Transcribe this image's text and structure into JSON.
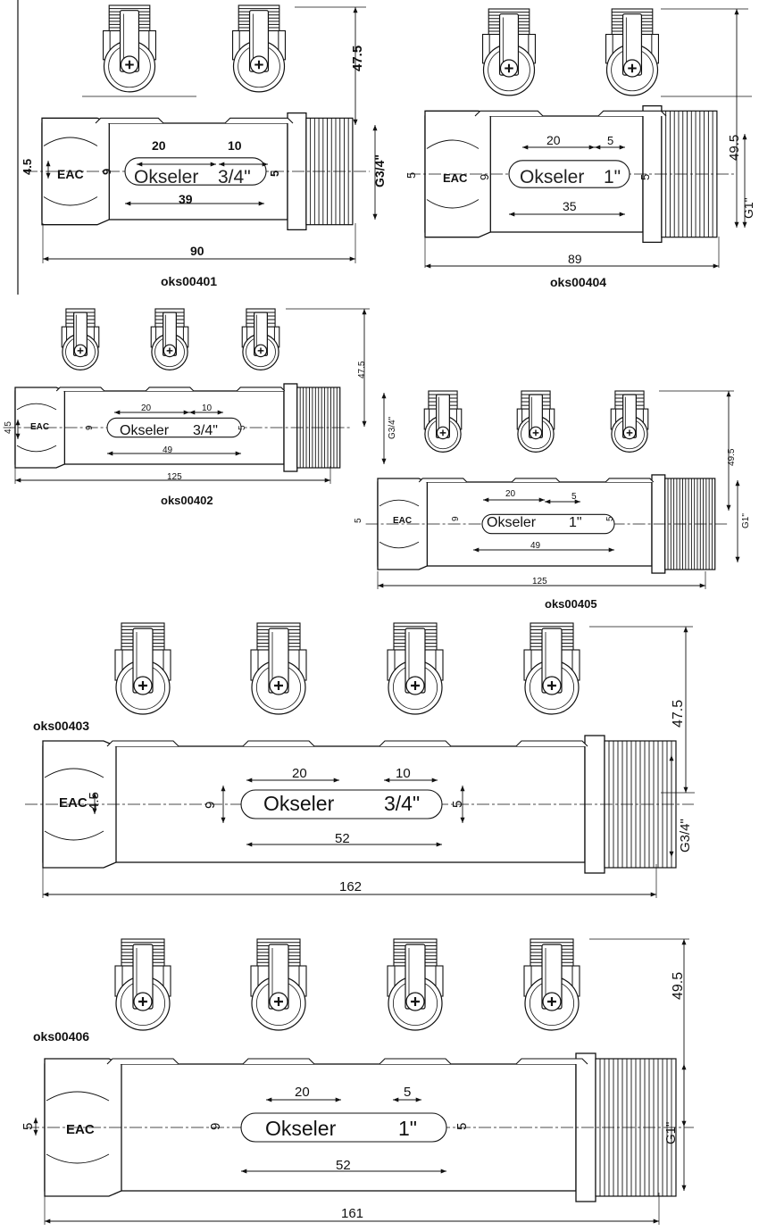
{
  "drawings": [
    {
      "code": "oks00401",
      "brand": "Okseler",
      "size_label": "3/4\"",
      "thread": "G3/4\"",
      "dims": {
        "length": "90",
        "height": "47.5",
        "d20": "20",
        "d10": "10",
        "d39": "39",
        "d9": "9",
        "d5": "5",
        "d45": "4.5"
      }
    },
    {
      "code": "oks00404",
      "brand": "Okseler",
      "size_label": "1\"",
      "thread": "G1\"",
      "dims": {
        "length": "89",
        "height": "49.5",
        "d20": "20",
        "d5t": "5",
        "d35": "35",
        "d9": "9",
        "d5": "5",
        "d5l": "5"
      }
    },
    {
      "code": "oks00402",
      "brand": "Okseler",
      "size_label": "3/4\"",
      "thread": "G3/4\"",
      "dims": {
        "length": "125",
        "height": "47.5",
        "d20": "20",
        "d10": "10",
        "d49": "49",
        "d9": "9",
        "d5": "5",
        "d45": "4.5"
      }
    },
    {
      "code": "oks00405",
      "brand": "Okseler",
      "size_label": "1\"",
      "thread": "G1\"",
      "dims": {
        "length": "125",
        "height": "49.5",
        "d20": "20",
        "d5t": "5",
        "d49": "49",
        "d9": "9",
        "d5": "5",
        "d5l": "5"
      }
    },
    {
      "code": "oks00403",
      "brand": "Okseler",
      "size_label": "3/4\"",
      "thread": "G3/4\"",
      "dims": {
        "length": "162",
        "height": "47.5",
        "d20": "20",
        "d10": "10",
        "d52": "52",
        "d9": "9",
        "d5": "5",
        "d45": "4.5"
      }
    },
    {
      "code": "oks00406",
      "brand": "Okseler",
      "size_label": "1\"",
      "thread": "G1\"",
      "dims": {
        "length": "161",
        "height": "49.5",
        "d20": "20",
        "d5t": "5",
        "d52": "52",
        "d9": "9",
        "d5": "5",
        "d5l": "5"
      }
    }
  ],
  "mark": "EAC",
  "colors": {
    "line": "#111111",
    "fill": "#ffffff",
    "shade": "#d9d9d9"
  }
}
